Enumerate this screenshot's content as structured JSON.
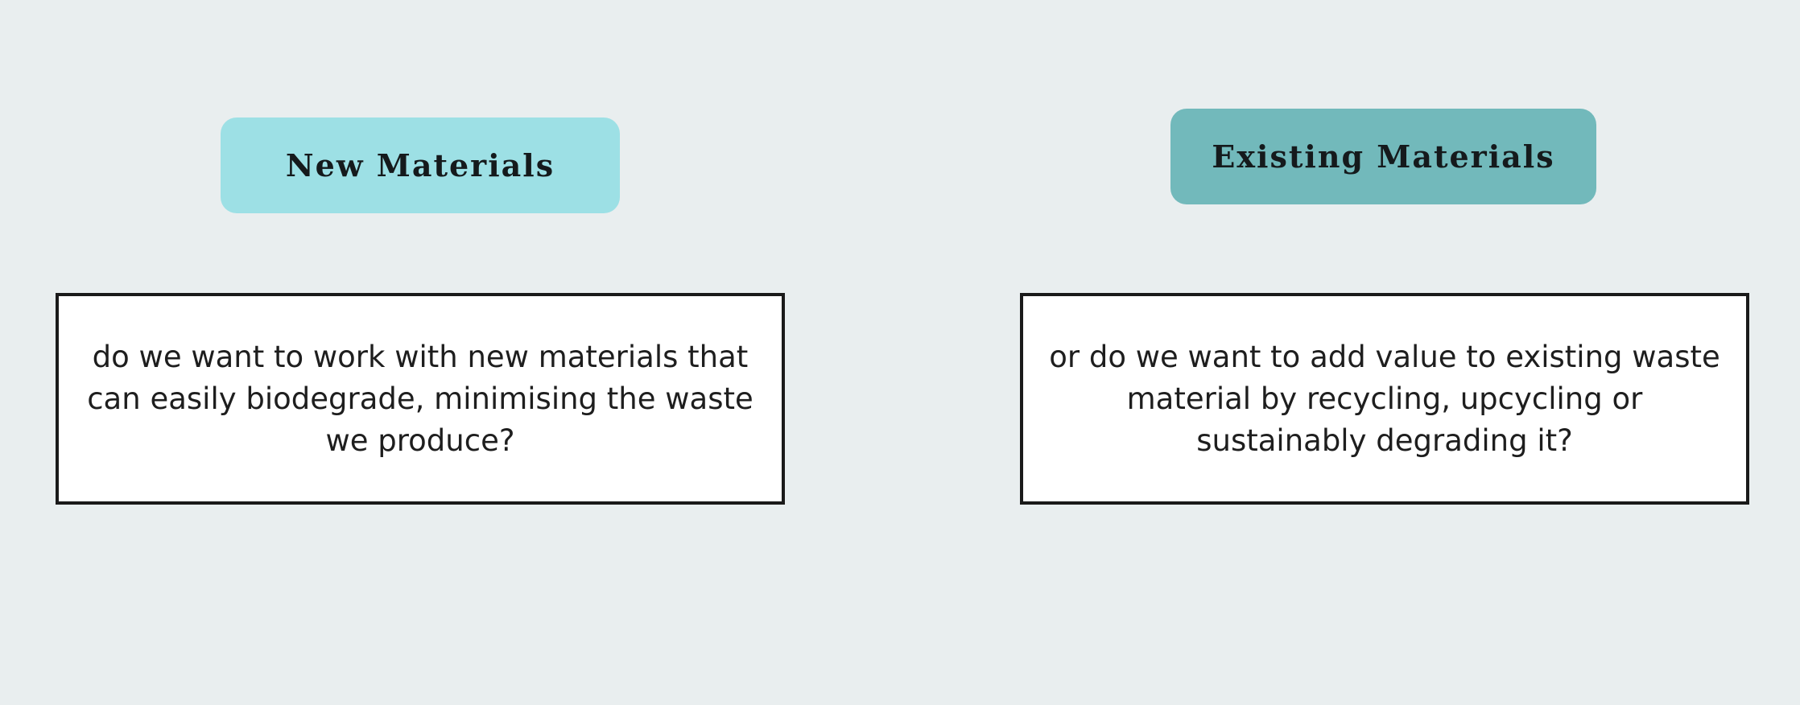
{
  "colors": {
    "background": "#e9eeef",
    "new_materials_pill": "#9de0e5",
    "existing_materials_pill": "#72b9bb",
    "box_border": "#1a1a1a",
    "text": "#151a1c"
  },
  "new_materials": {
    "title": "New Materials",
    "description": "do we want to work with new materials that can easily biodegrade, minimising the waste we produce?"
  },
  "existing_materials": {
    "title": "Existing Materials",
    "description": "or do we want to add value to existing waste material by recycling, upcycling or sustainably degrading it?"
  }
}
